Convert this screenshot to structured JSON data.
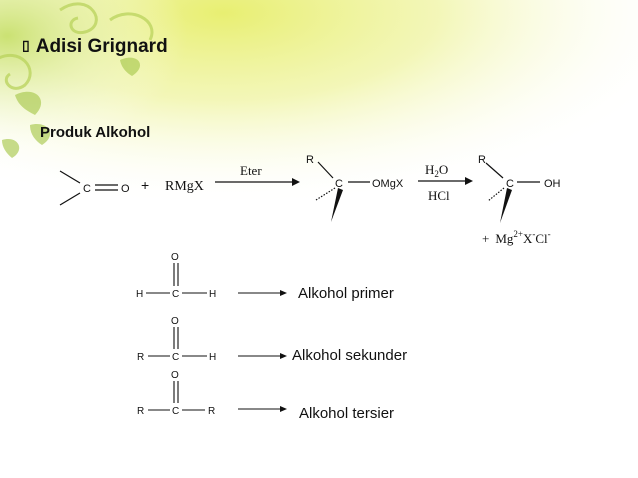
{
  "slide": {
    "title_bullet": "▯",
    "title": "Adisi Grignard",
    "subtitle": "Produk Alkohol"
  },
  "reaction": {
    "carbonyl_C": "C",
    "carbonyl_O": "O",
    "plus1": "+",
    "reagent": "RMgX",
    "arrow1_label": "Eter",
    "inter_R": "R",
    "inter_C": "C",
    "inter_group": "OMgX",
    "arrow2_top": "H",
    "arrow2_top_sub": "2",
    "arrow2_top_end": "O",
    "arrow2_bottom": "HCl",
    "prod_R": "R",
    "prod_C": "C",
    "prod_group": "OH",
    "byproduct_plus": "+",
    "byproduct_mg": "Mg",
    "byproduct_mg_sup": "2+",
    "byproduct_x": "X",
    "byproduct_x_sup": "-",
    "byproduct_cl": "Cl",
    "byproduct_cl_sup": "-"
  },
  "products": [
    {
      "left": "H",
      "carbon": "C",
      "oxygen": "O",
      "right": "H",
      "label": "Alkohol primer"
    },
    {
      "left": "R",
      "carbon": "C",
      "oxygen": "O",
      "right": "H",
      "label": "Alkohol sekunder"
    },
    {
      "left": "R",
      "carbon": "C",
      "oxygen": "O",
      "right": "R",
      "label": "Alkohol tersier"
    }
  ],
  "colors": {
    "background": "#ffffff",
    "wash_yellow": "#eef08a",
    "wash_green": "#c9e07c",
    "leaf": "#b4d25a",
    "text": "#111111"
  }
}
